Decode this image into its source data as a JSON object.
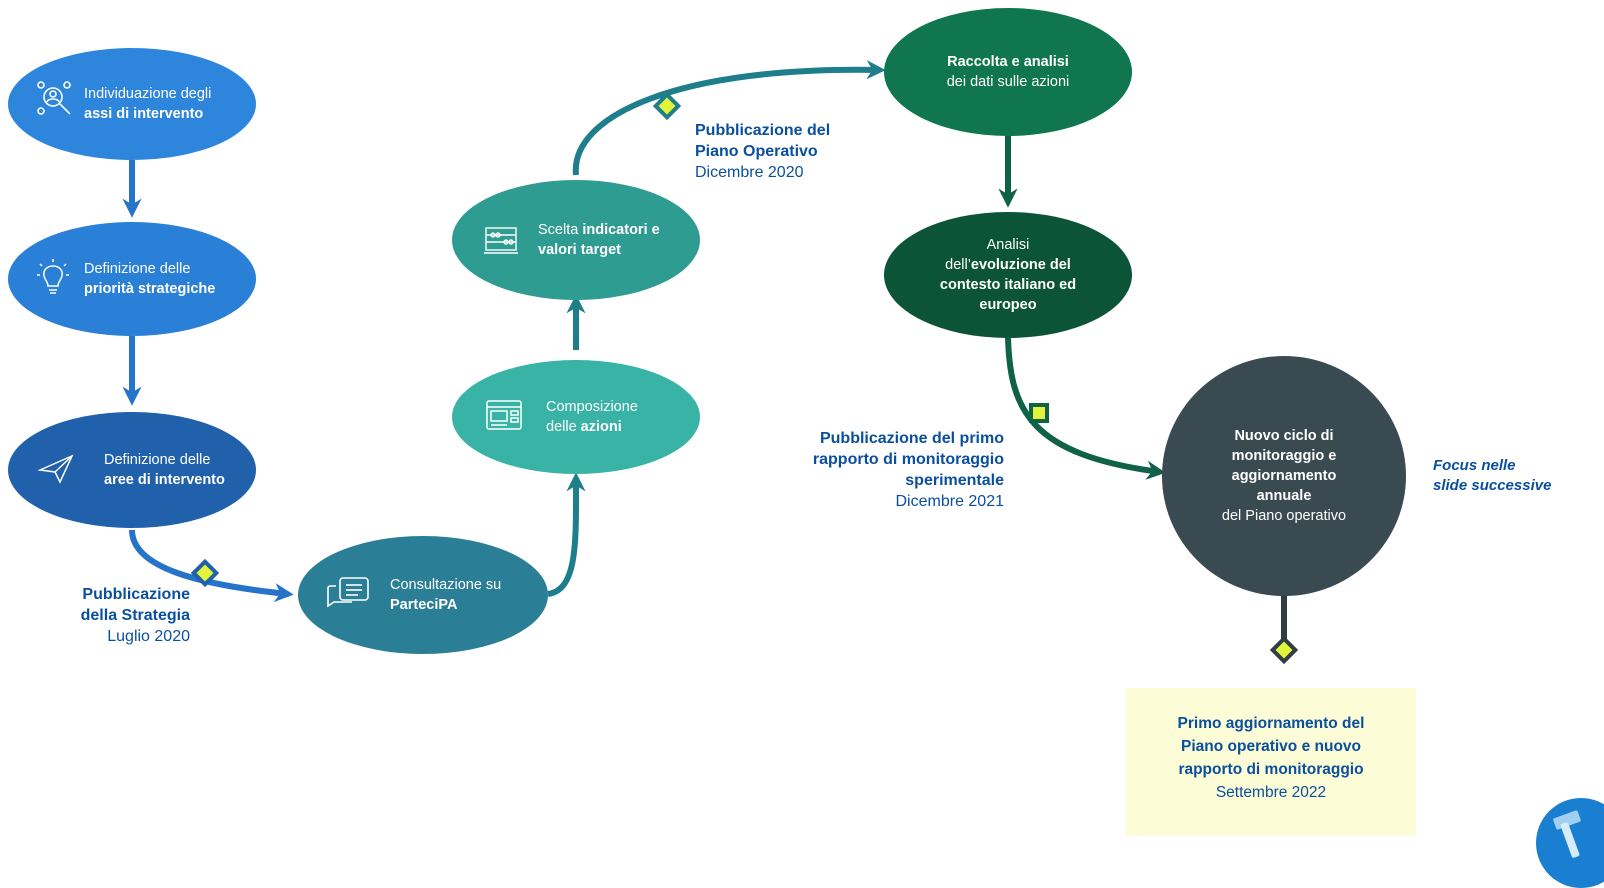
{
  "colors": {
    "blue_light": "#2d86dc",
    "blue_mid": "#2574c9",
    "blue_dark": "#2161ab",
    "teal_dark": "#2a7e95",
    "teal_light": "#39b3a5",
    "teal_mid": "#2f9c91",
    "green_forest": "#0f7650",
    "green_dark": "#0b5437",
    "slate": "#3a4a51",
    "milestone_text": "#0a4f9e",
    "diamond_fill": "#e1f43a",
    "final_box_bg": "#fcfcd7"
  },
  "nodes": {
    "n1": {
      "icon": "people-search-icon",
      "pre": "Individuazione degli",
      "bold": "assi di intervento"
    },
    "n2": {
      "icon": "lightbulb-icon",
      "pre": "Definizione delle",
      "bold": "priorità strategiche"
    },
    "n3": {
      "icon": "paper-plane-icon",
      "pre": "Definizione delle",
      "bold": "aree di intervento"
    },
    "n4": {
      "icon": "chat-bubbles-icon",
      "pre": "Consultazione su",
      "bold": "ParteciPA"
    },
    "n5": {
      "icon": "window-panel-icon",
      "pre": "Composizione",
      "pre2": "delle ",
      "bold": "azioni"
    },
    "n6": {
      "icon": "abacus-icon",
      "pre": "Scelta ",
      "bold": "indicatori e",
      "bold2": "valori target"
    },
    "n7": {
      "bold": "Raccolta e analisi",
      "post": "dei dati sulle azioni"
    },
    "n8": {
      "pre": "Analisi",
      "pre2": "dell’",
      "bold": "evoluzione del",
      "bold2": "contesto italiano ed",
      "bold3": "europeo"
    },
    "n9": {
      "bold": "Nuovo ciclo di",
      "bold2": "monitoraggio e",
      "bold3": "aggiornamento",
      "bold4": "annuale",
      "post": "del Piano operativo"
    }
  },
  "milestones": {
    "m1": {
      "title1": "Pubblicazione",
      "title2": "della Strategia",
      "date": "Luglio 2020"
    },
    "m2": {
      "title1": "Pubblicazione del",
      "title2": "Piano Operativo",
      "date": "Dicembre 2020"
    },
    "m3": {
      "title1": "Pubblicazione del primo",
      "title2": "rapporto di monitoraggio",
      "title3": "sperimentale",
      "date": "Dicembre 2021"
    }
  },
  "focus_note": {
    "line1": "Focus nelle",
    "line2": "slide successive"
  },
  "final_box": {
    "line1": "Primo aggiornamento del",
    "line2": "Piano operativo e nuovo",
    "line3": "rapporto di monitoraggio",
    "date": "Settembre 2022"
  }
}
